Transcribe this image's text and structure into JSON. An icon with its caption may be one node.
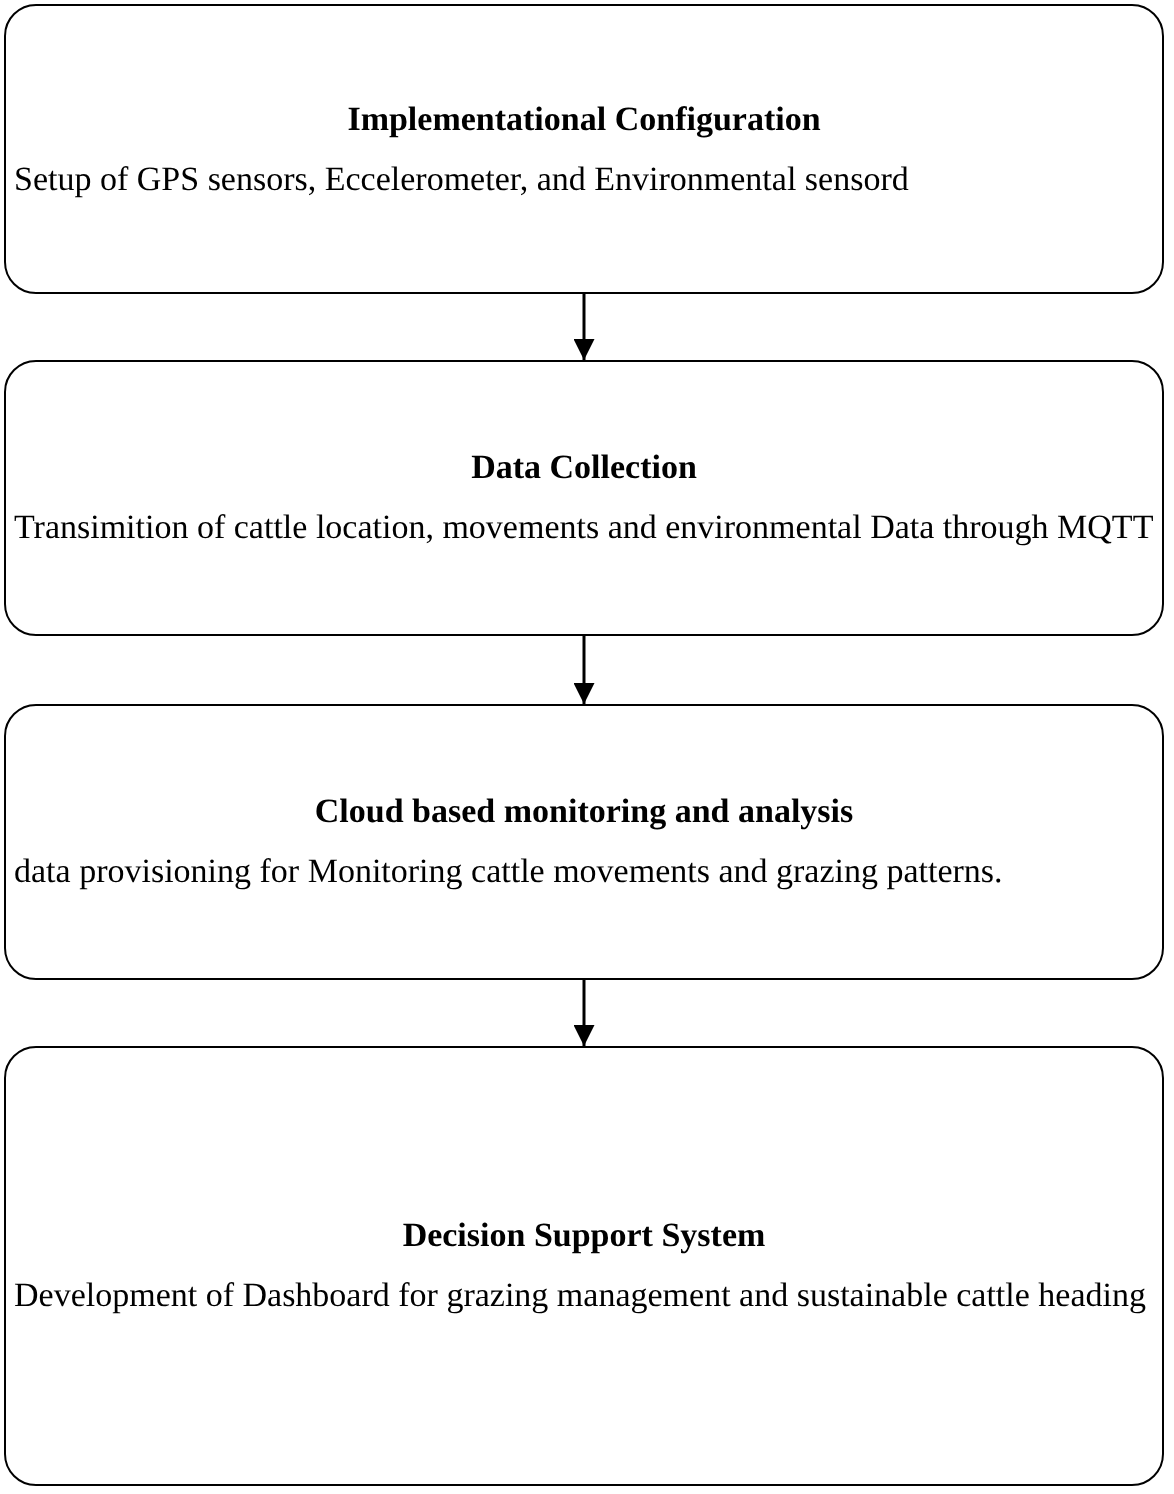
{
  "diagram": {
    "nodes": [
      {
        "text": [
          "Implementational Configuration",
          "Setup of GPS sensors, Eccelerometer, and Environmental sensord"
        ]
      },
      {
        "text": [
          "Data Collection",
          "Transimition of cattle location, movements and environmental Data through MQTT"
        ]
      },
      {
        "text": [
          "Cloud based monitoring and analysis",
          "data provisioning for Monitoring cattle movements and grazing patterns."
        ]
      },
      {
        "text": [
          "Decision Support System",
          "Development of Dashboard for grazing management  and sustainable cattle heading"
        ]
      }
    ],
    "edges": [
      {
        "from": 0,
        "to": 1,
        "arrow": "to"
      },
      {
        "from": 1,
        "to": 2,
        "arrow": "to"
      },
      {
        "from": 2,
        "to": 3,
        "arrow": "to"
      }
    ]
  }
}
